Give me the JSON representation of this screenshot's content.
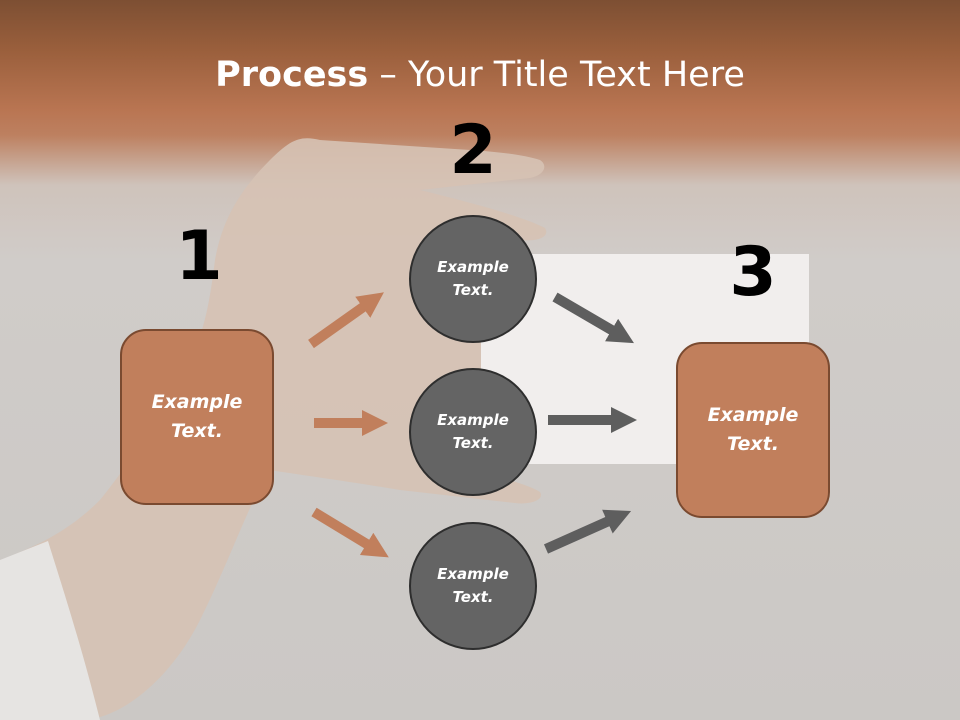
{
  "title": {
    "bold": "Process",
    "rest": " – Your Title Text Here"
  },
  "steps": {
    "one": "1",
    "two": "2",
    "three": "3"
  },
  "left_box": {
    "text": "Example Text."
  },
  "right_box": {
    "text": "Example Text."
  },
  "circles": [
    {
      "text": "Example Text."
    },
    {
      "text": "Example Text."
    },
    {
      "text": "Example Text."
    }
  ],
  "colors": {
    "box_fill": "#c17f5c",
    "circle_fill": "#646464",
    "arrow_orange": "#c17f5c",
    "arrow_gray": "#5e5e5e"
  }
}
